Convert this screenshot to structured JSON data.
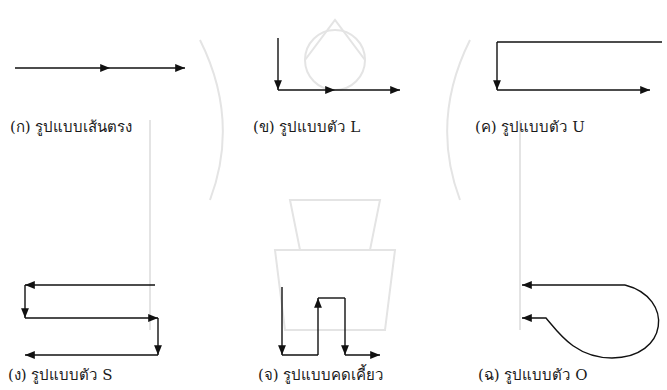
{
  "diagram": {
    "labels": [
      "(ก) รูปแบบเส้นตรง",
      "(ข) รูปแบบตัว L",
      "(ค) รูปแบบตัว U",
      "(ง) รูปแบบตัว S",
      "(จ) รูปแบบคดเคี้ยว",
      "(ฉ) รูปแบบตัว O"
    ]
  }
}
